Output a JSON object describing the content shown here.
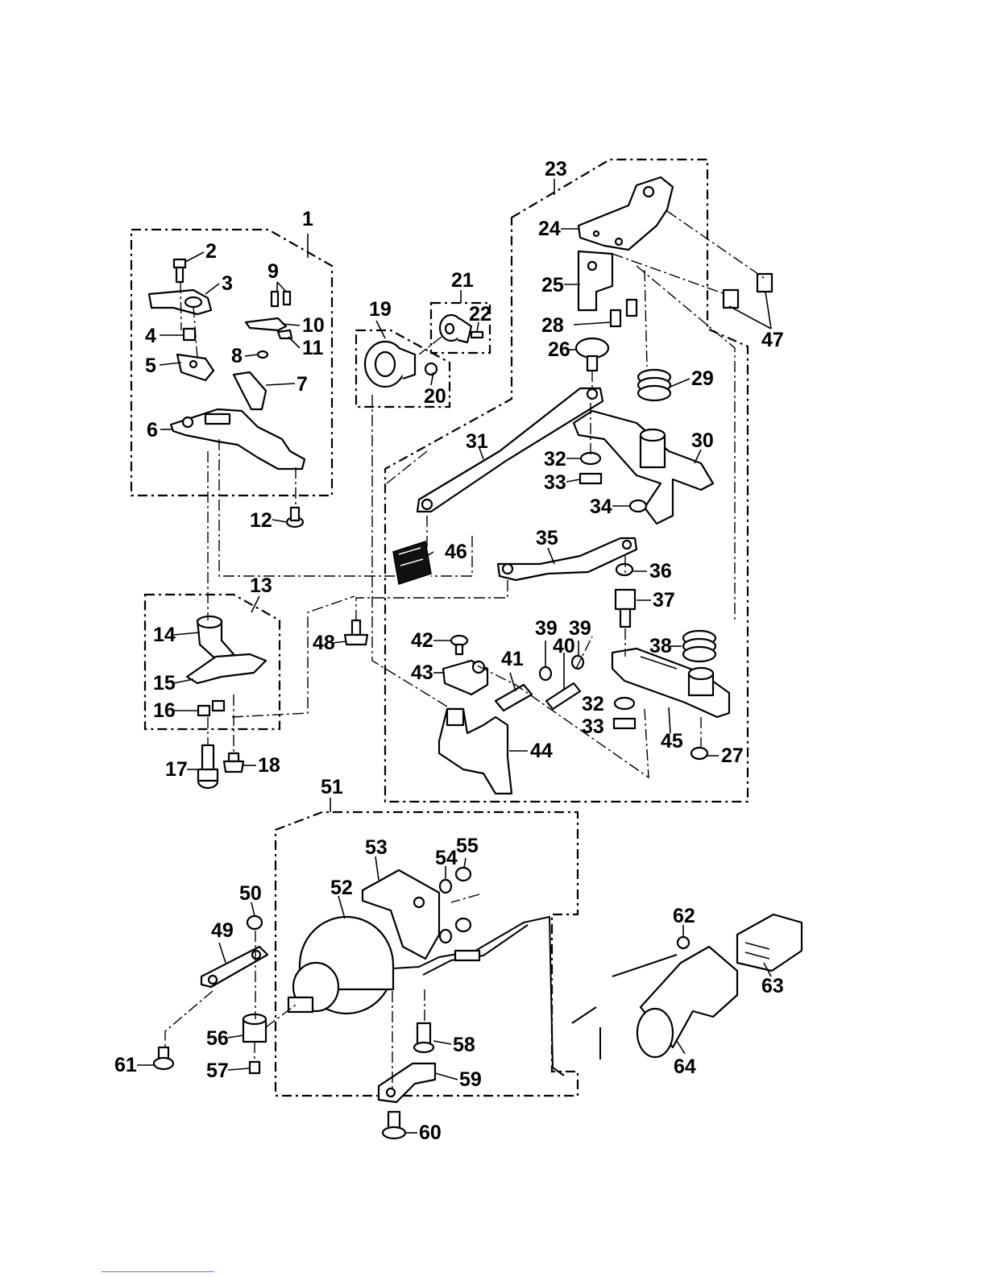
{
  "diagram": {
    "part_numbers": [
      "1",
      "2",
      "3",
      "4",
      "5",
      "6",
      "7",
      "8",
      "9",
      "10",
      "11",
      "12",
      "13",
      "14",
      "15",
      "16",
      "17",
      "18",
      "19",
      "20",
      "21",
      "22",
      "23",
      "24",
      "25",
      "26",
      "27",
      "28",
      "29",
      "30",
      "31",
      "32",
      "33",
      "34",
      "35",
      "36",
      "37",
      "38",
      "39",
      "40",
      "41",
      "42",
      "43",
      "44",
      "45",
      "46",
      "47",
      "48",
      "49",
      "50",
      "51",
      "52",
      "53",
      "54",
      "55",
      "56",
      "57",
      "58",
      "59",
      "60",
      "61",
      "62",
      "63",
      "64"
    ],
    "repeat_labels": {
      "32": "32",
      "33": "33",
      "39": "39"
    }
  }
}
